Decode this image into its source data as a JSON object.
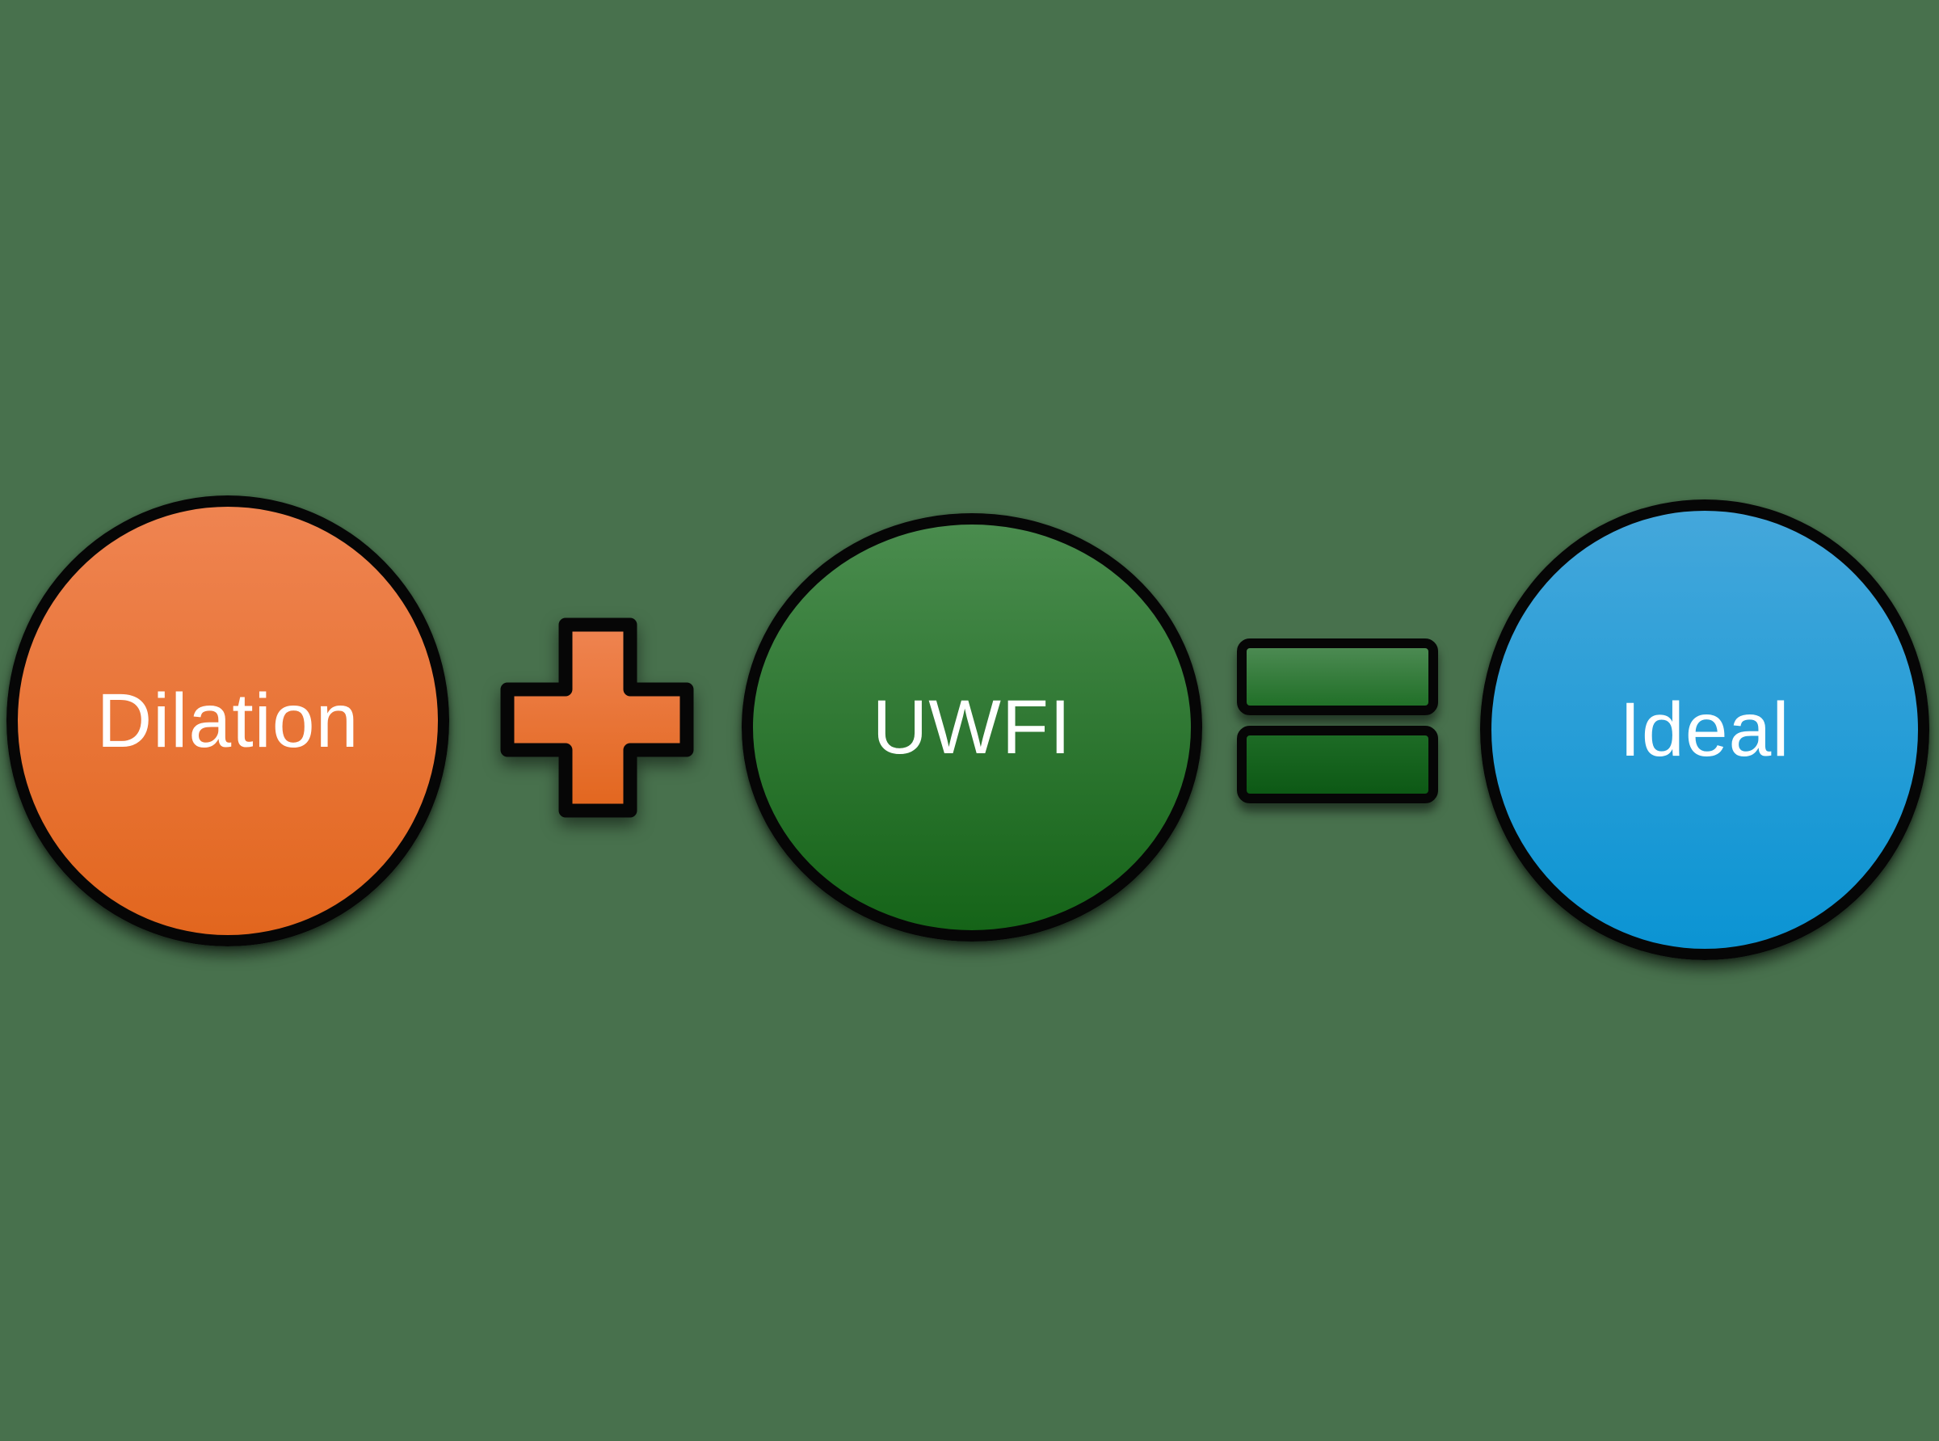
{
  "background_color": "#48714D",
  "diagram": {
    "type": "equation-diagram",
    "nodes": [
      {
        "id": "dilation",
        "label": "Dilation",
        "shape": "circle",
        "fill_gradient": [
          "#EF8451",
          "#E2661E"
        ],
        "outline_color": "#060606",
        "text_color": "#FFFFFF"
      },
      {
        "id": "plus",
        "icon": "plus-icon",
        "shape": "plus-sign",
        "fill_gradient": [
          "#EF8451",
          "#E2661E"
        ],
        "outline_color": "#060606"
      },
      {
        "id": "uwfi",
        "label": "UWFI",
        "shape": "circle",
        "fill_gradient": [
          "#4A8C4E",
          "#156418"
        ],
        "outline_color": "#060606",
        "text_color": "#FFFFFF"
      },
      {
        "id": "equals",
        "icon": "equals-icon",
        "shape": "equals-sign",
        "bar_top_gradient": [
          "#4C8A52",
          "#217028"
        ],
        "bar_bottom_gradient": [
          "#1D6B25",
          "#0D5915"
        ],
        "outline_color": "#060606"
      },
      {
        "id": "ideal",
        "label": "Ideal",
        "shape": "circle",
        "fill_gradient": [
          "#44A7DB",
          "#0B94D3"
        ],
        "outline_color": "#060606",
        "text_color": "#FFFFFF"
      }
    ]
  }
}
